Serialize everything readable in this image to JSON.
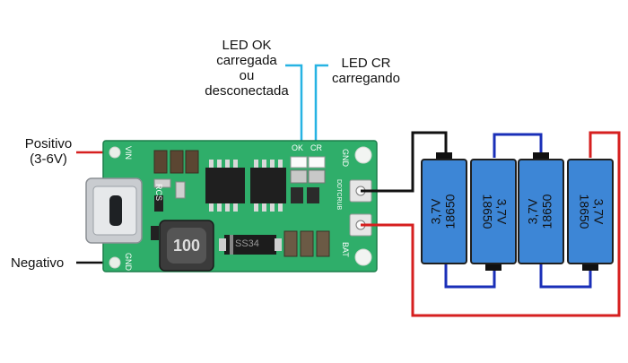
{
  "labels": {
    "led_ok": [
      "LED OK",
      "carregada",
      "ou",
      "desconectada"
    ],
    "led_cr": [
      "LED CR",
      "carregando"
    ],
    "positive": [
      "Positivo",
      "(3-6V)"
    ],
    "negative": "Negativo"
  },
  "board": {
    "silkscreen": {
      "vin": "VIN",
      "gnd_left": "GND",
      "rcs": "RCS",
      "ok": "OK",
      "cr": "CR",
      "gnd_right": "GND",
      "dutcrub": "DDTCRUB",
      "bat": "BAT",
      "inductor": "100",
      "diode": "SS34"
    }
  },
  "batteries": [
    {
      "voltage": "3,7V",
      "type": "18650"
    },
    {
      "voltage": "3,7V",
      "type": "18650"
    },
    {
      "voltage": "3,7V",
      "type": "18650"
    },
    {
      "voltage": "3,7V",
      "type": "18650"
    }
  ],
  "colors": {
    "pcb": "#2fae6a",
    "battery": "#3d86d6",
    "wire_positive": "#d61f1f",
    "wire_series": "#1a2fb8",
    "wire_negative": "#111111",
    "led_callout": "#27b3e3"
  }
}
